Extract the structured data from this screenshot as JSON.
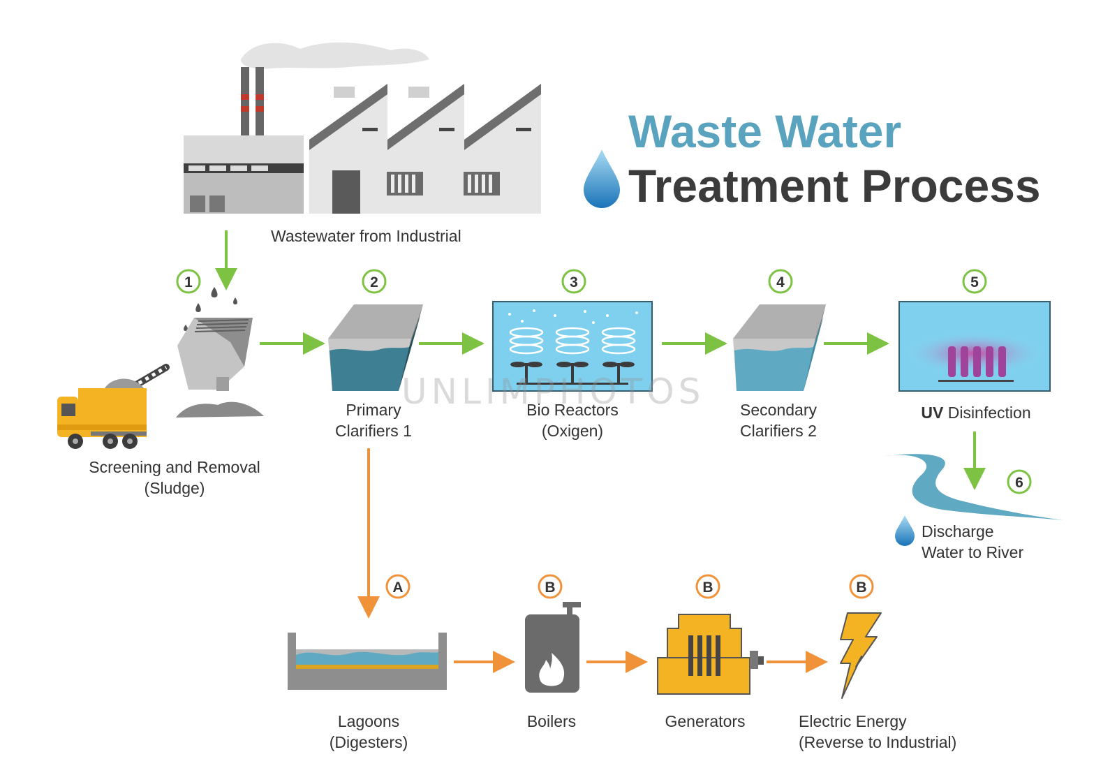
{
  "title": {
    "line1": "Waste Water",
    "line2": "Treatment Process"
  },
  "colors": {
    "title_blue": "#5aa3bf",
    "title_dark": "#3b3b3b",
    "flow_green": "#7dc242",
    "flow_orange": "#f0923a"
  },
  "source": {
    "label": "Wastewater from Industrial"
  },
  "steps": [
    {
      "badge": "1",
      "line1": "Screening and Removal",
      "line2": "(Sludge)"
    },
    {
      "badge": "2",
      "line1": "Primary",
      "line2": "Clarifiers 1"
    },
    {
      "badge": "3",
      "line1": "Bio Reactors",
      "line2": "(Oxigen)"
    },
    {
      "badge": "4",
      "line1": "Secondary",
      "line2": "Clarifiers 2"
    },
    {
      "badge": "5",
      "bold": "UV",
      "rest": " Disinfection"
    },
    {
      "badge": "6",
      "line1": "Discharge",
      "line2": "Water to River"
    }
  ],
  "energy": [
    {
      "badge": "A",
      "line1": "Lagoons",
      "line2": "(Digesters)"
    },
    {
      "badge": "B",
      "line1": "Boilers"
    },
    {
      "badge": "B",
      "line1": "Generators"
    },
    {
      "badge": "B",
      "line1": "Electric Energy",
      "line2": "(Reverse to Industrial)"
    }
  ],
  "watermark": "UNLIMPHOTOS"
}
